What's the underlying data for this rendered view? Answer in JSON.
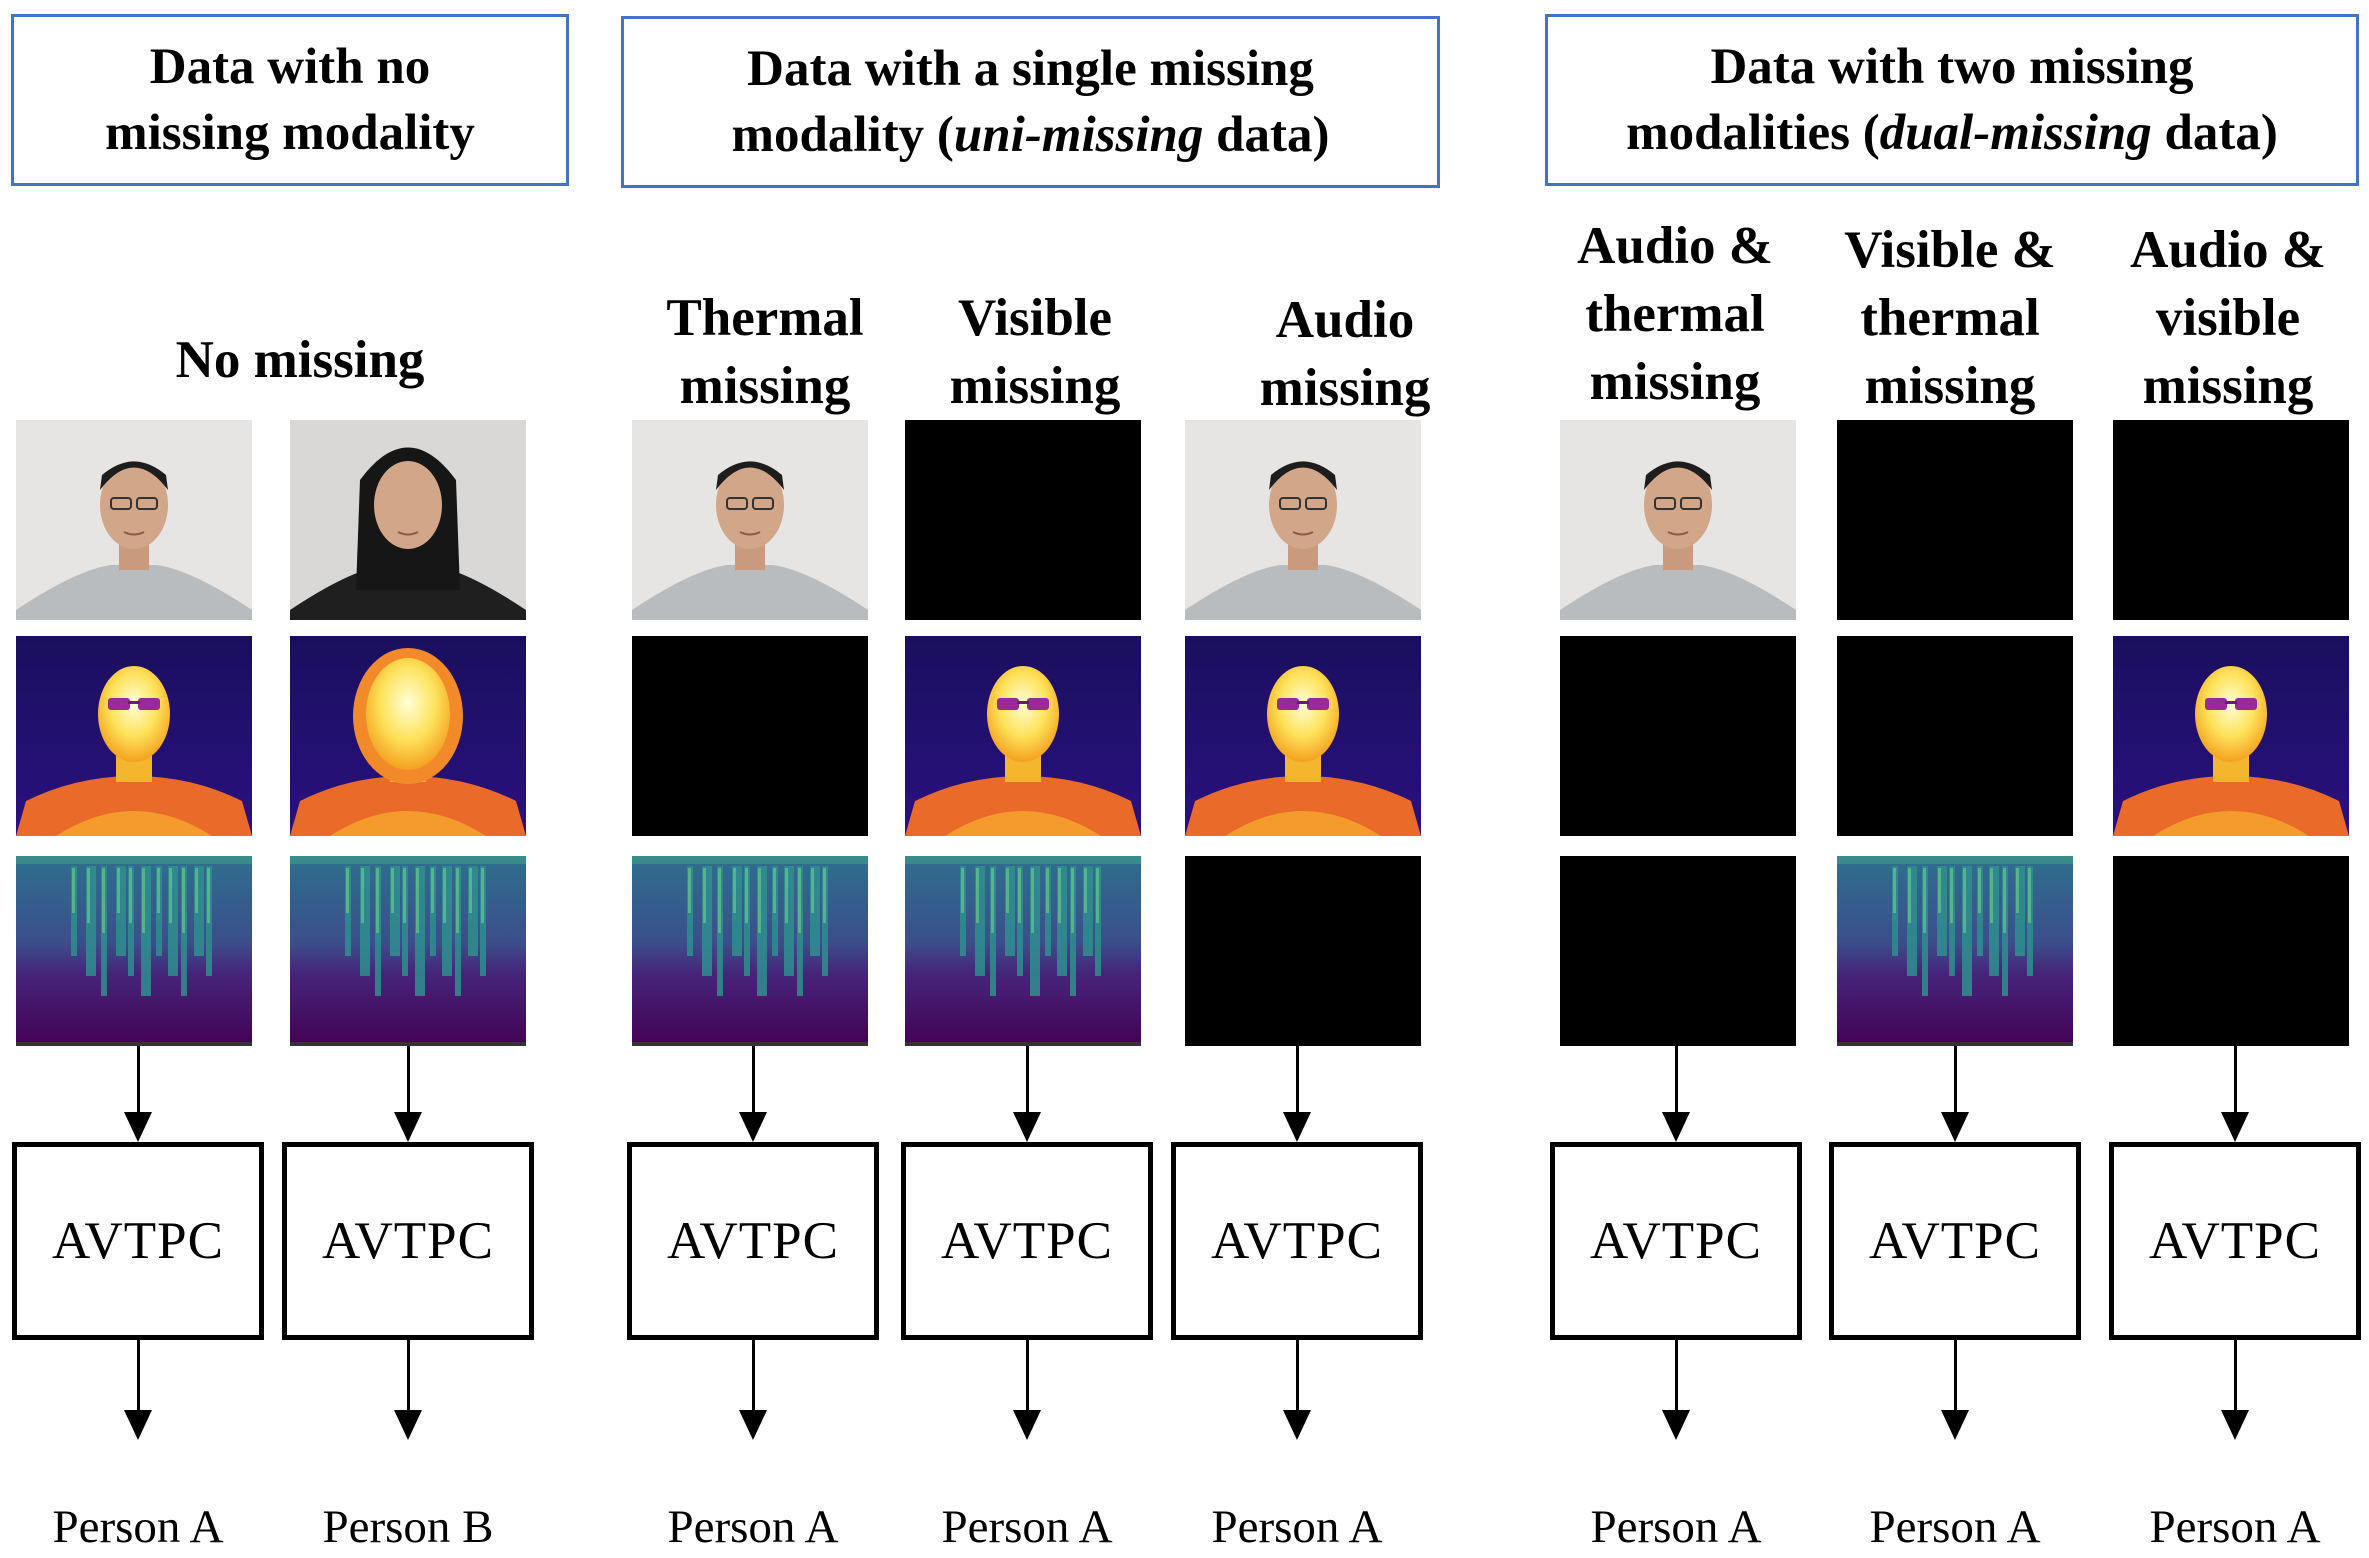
{
  "sections": [
    {
      "line1": "Data with no",
      "line2_pre": "missing modality",
      "line2_italic": "",
      "line2_post": ""
    },
    {
      "line1": "Data with a single missing",
      "line2_pre": "modality (",
      "line2_italic": "uni-missing",
      "line2_post": " data)"
    },
    {
      "line1": "Data with two missing",
      "line2_pre": "modalities (",
      "line2_italic": "dual-missing",
      "line2_post": " data)"
    }
  ],
  "columns": [
    {
      "label": [
        "No missing"
      ],
      "visible": "present",
      "thermal": "present",
      "audio": "present",
      "model": "AVTPC",
      "output": "Person A"
    },
    {
      "label": [],
      "visible": "present",
      "thermal": "present",
      "audio": "present",
      "model": "AVTPC",
      "output": "Person B"
    },
    {
      "label": [
        "Thermal",
        "missing"
      ],
      "visible": "present",
      "thermal": "missing",
      "audio": "present",
      "model": "AVTPC",
      "output": "Person A"
    },
    {
      "label": [
        "Visible",
        "missing"
      ],
      "visible": "missing",
      "thermal": "present",
      "audio": "present",
      "model": "AVTPC",
      "output": "Person A"
    },
    {
      "label": [
        "Audio",
        "missing"
      ],
      "visible": "present",
      "thermal": "present",
      "audio": "missing",
      "model": "AVTPC",
      "output": "Person A"
    },
    {
      "label": [
        "Audio &",
        "thermal",
        "missing"
      ],
      "visible": "present",
      "thermal": "missing",
      "audio": "missing",
      "model": "AVTPC",
      "output": "Person A"
    },
    {
      "label": [
        "Visible &",
        "thermal",
        "missing"
      ],
      "visible": "missing",
      "thermal": "missing",
      "audio": "present",
      "model": "AVTPC",
      "output": "Person A"
    },
    {
      "label": [
        "Audio &",
        "visible",
        "missing"
      ],
      "visible": "missing",
      "thermal": "present",
      "audio": "missing",
      "model": "AVTPC",
      "output": "Person A"
    }
  ],
  "colors": {
    "section_border": "#4472C4",
    "missing_tile": "#000000"
  }
}
